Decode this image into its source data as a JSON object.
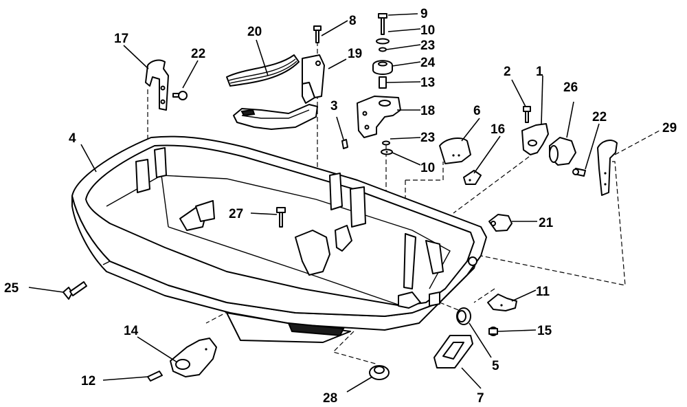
{
  "callouts": {
    "c1": "1",
    "c2": "2",
    "c3": "3",
    "c4": "4",
    "c5": "5",
    "c6": "6",
    "c7": "7",
    "c8": "8",
    "c9": "9",
    "c10a": "10",
    "c10b": "10",
    "c11": "11",
    "c12": "12",
    "c13": "13",
    "c14": "14",
    "c15": "15",
    "c16": "16",
    "c17": "17",
    "c18": "18",
    "c19": "19",
    "c20": "20",
    "c21": "21",
    "c22a": "22",
    "c22b": "22",
    "c23a": "23",
    "c23b": "23",
    "c24": "24",
    "c25": "25",
    "c26": "26",
    "c27": "27",
    "c28": "28",
    "c29": "29"
  },
  "colors": {
    "line": "#000000",
    "background": "#ffffff"
  }
}
